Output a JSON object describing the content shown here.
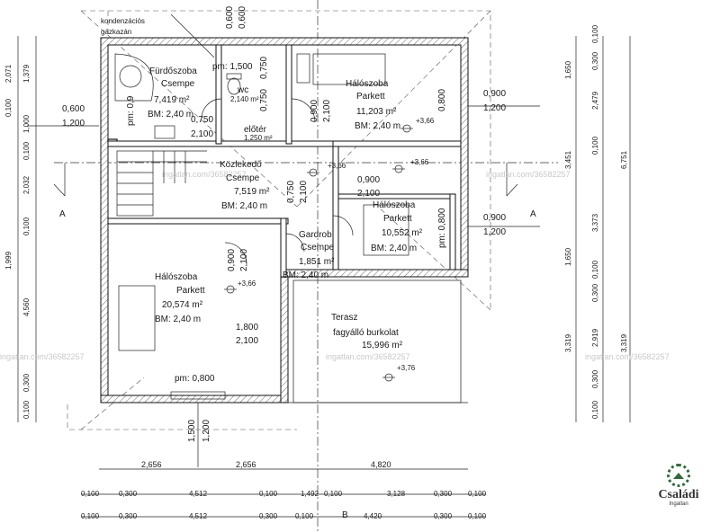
{
  "rooms": {
    "bathroom": {
      "name": "Fürdőszoba",
      "floor": "Csempe",
      "area": "7,419 m²",
      "height": "BM: 2,40 m"
    },
    "bedroom_ne": {
      "name": "Hálószoba",
      "floor": "Parkett",
      "area": "11,203 m²",
      "height": "BM: 2,40 m"
    },
    "wc": {
      "name": "wc",
      "area": "2,140 m²"
    },
    "foyer": {
      "name": "előtér",
      "area": "1,250 m²"
    },
    "corridor": {
      "name": "Közlekedő",
      "floor": "Csempe",
      "area": "7,519 m²",
      "height": "BM: 2,40 m"
    },
    "bedroom_e": {
      "name": "Hálószoba",
      "floor": "Parkett",
      "area": "10,552 m²",
      "height": "BM: 2,40 m"
    },
    "wardrobe": {
      "name": "Gardrob",
      "floor": "Csempe",
      "area": "1,851 m²",
      "height": "BM: 2,40 m"
    },
    "bedroom_sw": {
      "name": "Hálószoba",
      "floor": "Parkett",
      "area": "20,574 m²",
      "height": "BM: 2,40 m"
    },
    "terrace": {
      "name": "Terasz",
      "floor": "fagyálló burkolat",
      "area": "15,996 m²"
    }
  },
  "annotations": {
    "boiler_line1": "kondenzációs",
    "boiler_line2": "gázkazán",
    "pm_1500": "pm: 1,500",
    "pm_0800_bottom": "pm: 0,800",
    "pm_09": "pm: 0,9",
    "pm_0800_east": "pm: 0,800",
    "section_a": "A",
    "section_b": "B",
    "level_366": "+3,66",
    "level_376": "+3,76",
    "watermark": "ingatlan.com/36582257"
  },
  "openings": {
    "o1": "0,600",
    "o2": "1,200",
    "o3": "0,900",
    "o4": "1,200",
    "o5": "0,900",
    "o6": "1,200",
    "o7": "0,750",
    "o8": "2,100",
    "o9": "0,750",
    "o10": "0,900",
    "o11": "2,100",
    "o12": "0,900",
    "o13": "2,100",
    "o14": "0,750",
    "o15": "2,100",
    "o16": "0,900",
    "o17": "2,100",
    "o18": "1,800",
    "o19": "2,100",
    "o20": "1,500",
    "o21": "1,200",
    "o22": "0,600",
    "o23": "0,600",
    "o24": "0,750",
    "o25": "2,100",
    "o26": "0,800"
  },
  "dims_bottom1": [
    "2,656",
    "2,656",
    "4,820"
  ],
  "dims_bottom2": [
    "0,100",
    "0,300",
    "4,512",
    "0,100",
    "1,492",
    "0,100",
    "3,128",
    "0,300",
    "0,100"
  ],
  "dims_bottom3": [
    "0,100",
    "0,300",
    "4,512",
    "0,300",
    "0,100",
    "4,420",
    "0,300",
    "0,100"
  ],
  "dims_left": [
    "2,071",
    "1,379",
    "0,100",
    "1,000",
    "0,100",
    "2,032",
    "0,100",
    "1,999",
    "4,560",
    "0,300",
    "0,100"
  ],
  "dims_right1": [
    "0,100",
    "0,300",
    "2,479",
    "0,100",
    "3,373",
    "0,100",
    "0,300",
    "2,919",
    "0,300",
    "0,100"
  ],
  "dims_right2": [
    "1,650",
    "3,451",
    "1,650",
    "3,319"
  ],
  "dims_right3": [
    "6,751",
    "3,319"
  ],
  "logo": {
    "name": "Családi",
    "sub": "Ingatlan"
  }
}
